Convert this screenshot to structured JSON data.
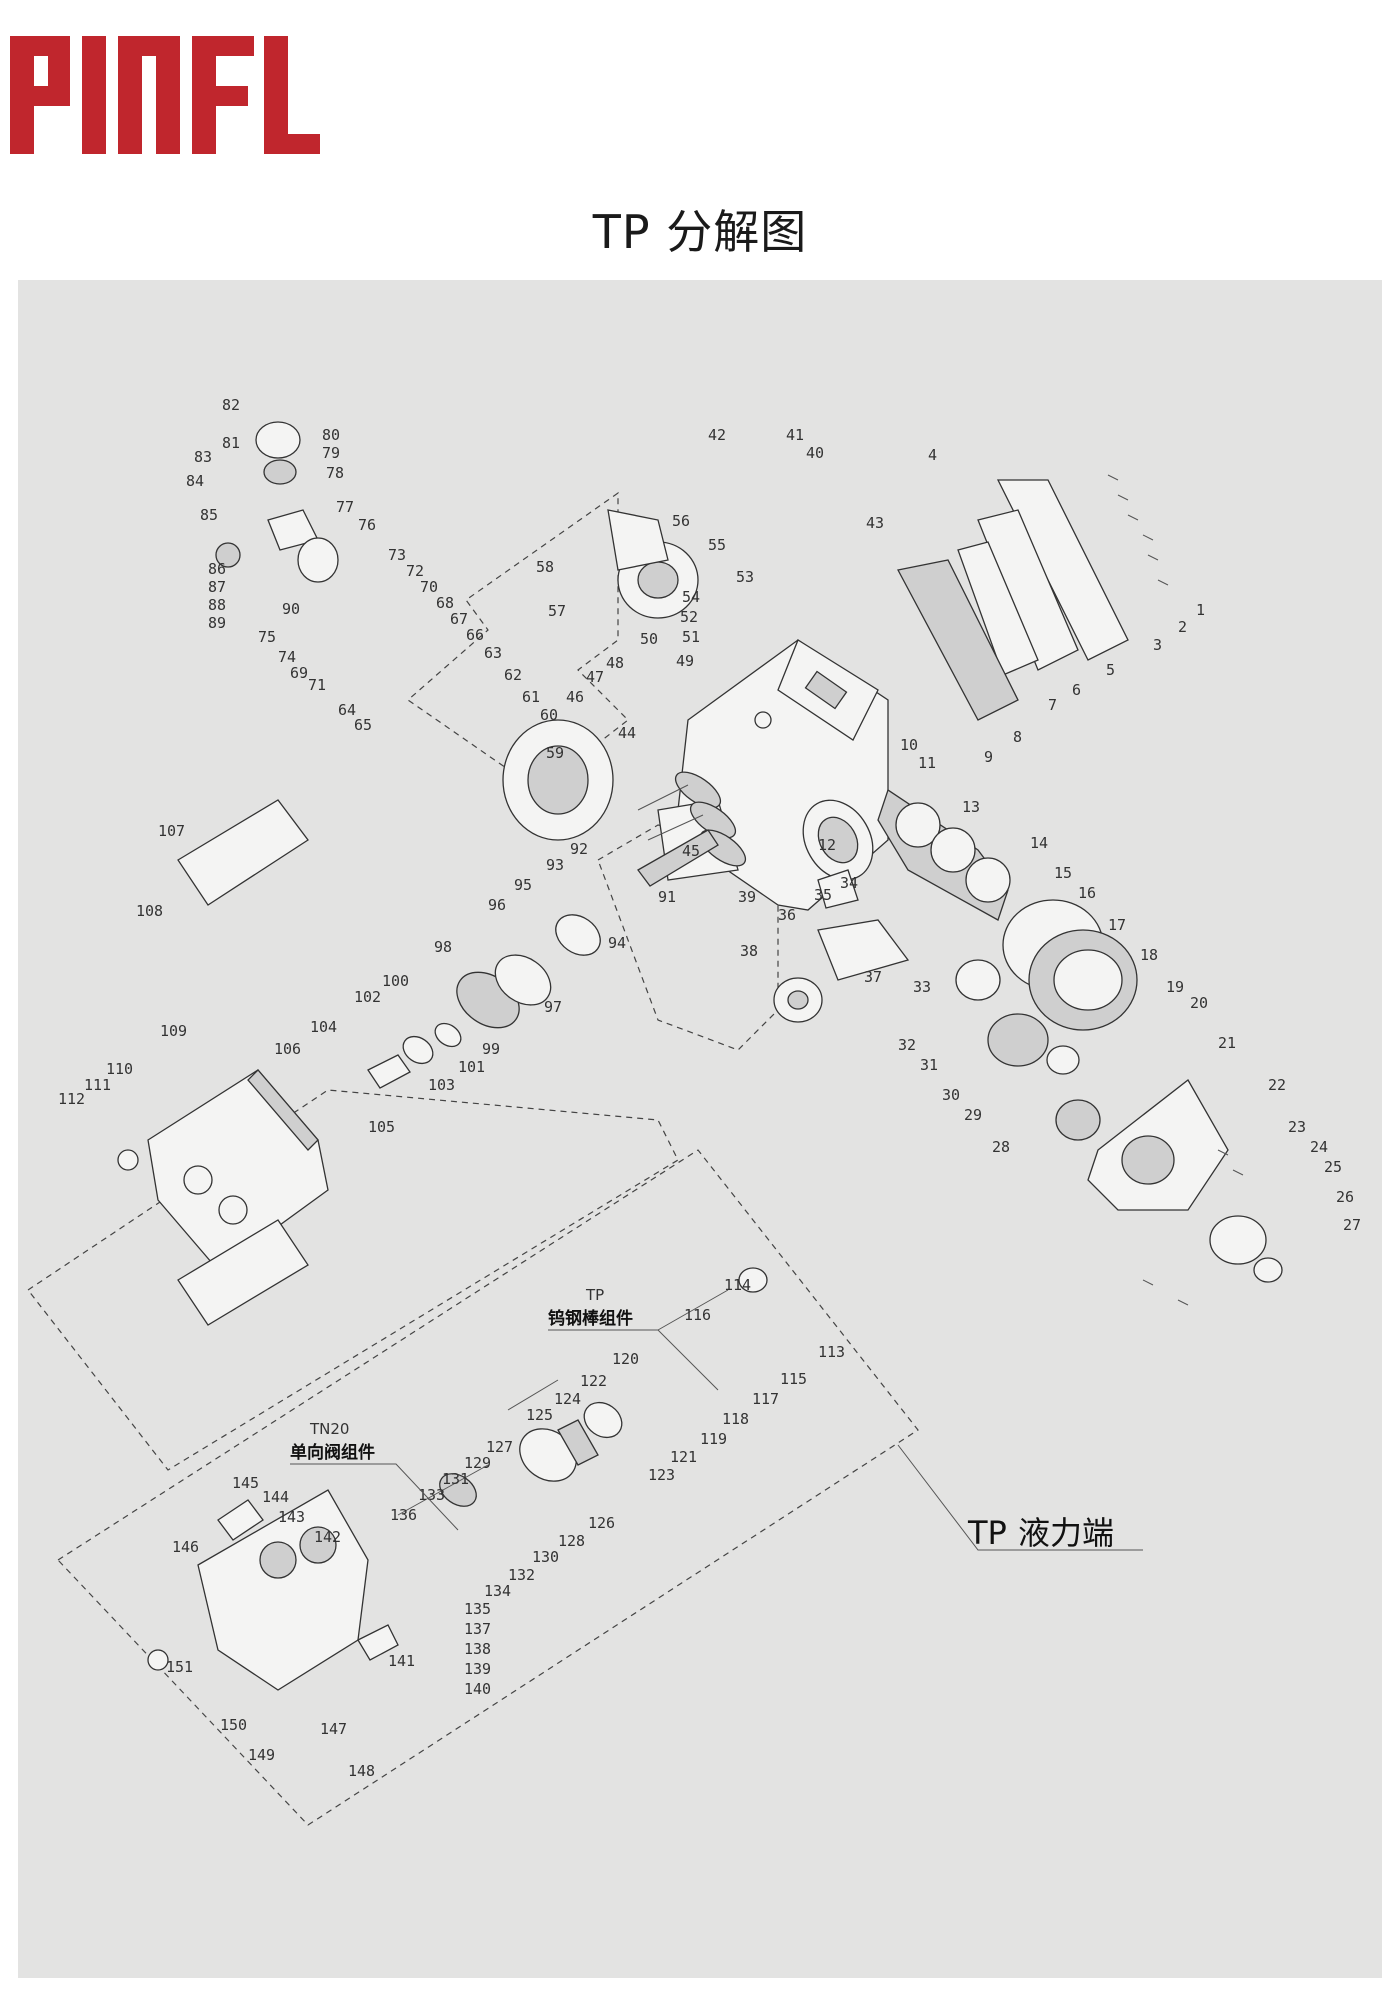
{
  "logo": {
    "text": "PINFL",
    "color": "#c0262d"
  },
  "title": "TP 分解图",
  "panel_background": "#e3e3e2",
  "assembly_labels": {
    "tungsten_rod": {
      "model": "TP",
      "name": "钨钢棒组件"
    },
    "check_valve": {
      "model": "TN20",
      "name": "单向阀组件"
    },
    "fluid_end": {
      "model": "TP",
      "name": "液力端"
    }
  },
  "callouts": [
    "1",
    "2",
    "3",
    "4",
    "5",
    "6",
    "7",
    "8",
    "9",
    "10",
    "11",
    "12",
    "13",
    "14",
    "15",
    "16",
    "17",
    "18",
    "19",
    "20",
    "21",
    "22",
    "23",
    "24",
    "25",
    "26",
    "27",
    "28",
    "29",
    "30",
    "31",
    "32",
    "33",
    "34",
    "35",
    "36",
    "37",
    "38",
    "39",
    "40",
    "41",
    "42",
    "43",
    "44",
    "45",
    "46",
    "47",
    "48",
    "49",
    "50",
    "51",
    "52",
    "53",
    "54",
    "55",
    "56",
    "57",
    "58",
    "59",
    "60",
    "61",
    "62",
    "63",
    "64",
    "65",
    "66",
    "67",
    "68",
    "69",
    "70",
    "71",
    "72",
    "73",
    "74",
    "75",
    "76",
    "77",
    "78",
    "79",
    "80",
    "81",
    "82",
    "83",
    "84",
    "85",
    "86",
    "87",
    "88",
    "89",
    "90",
    "91",
    "92",
    "93",
    "94",
    "95",
    "96",
    "97",
    "98",
    "99",
    "100",
    "101",
    "102",
    "103",
    "104",
    "105",
    "106",
    "107",
    "108",
    "109",
    "110",
    "111",
    "112",
    "113",
    "114",
    "115",
    "116",
    "117",
    "118",
    "119",
    "120",
    "121",
    "122",
    "123",
    "124",
    "125",
    "126",
    "127",
    "128",
    "129",
    "130",
    "131",
    "132",
    "133",
    "134",
    "135",
    "136",
    "137",
    "138",
    "139",
    "140",
    "141",
    "142",
    "143",
    "144",
    "145",
    "146",
    "147",
    "148",
    "149",
    "150",
    "151"
  ]
}
